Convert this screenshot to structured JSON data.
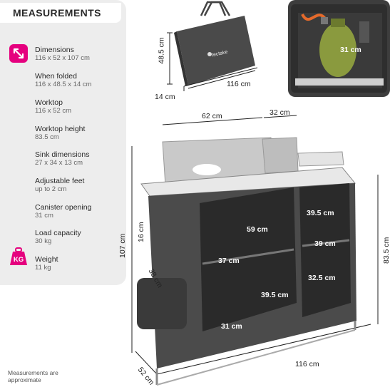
{
  "header": {
    "title": "MEASUREMENTS"
  },
  "specs": [
    {
      "label": "Dimensions",
      "value": "116 x 52 x 107 cm"
    },
    {
      "label": "When folded",
      "value": "116 x 48.5 x 14 cm"
    },
    {
      "label": "Worktop",
      "value": "116 x 52 cm"
    },
    {
      "label": "Worktop height",
      "value": "83.5 cm"
    },
    {
      "label": "Sink dimensions",
      "value": "27 x 34 x 13 cm"
    },
    {
      "label": "Adjustable feet",
      "value": "up to 2 cm"
    },
    {
      "label": "Canister opening",
      "value": "31 cm"
    },
    {
      "label": "Load capacity",
      "value": "30 kg"
    },
    {
      "label": "Weight",
      "value": "11 kg"
    }
  ],
  "weight_icon": {
    "name": "weight-icon",
    "text": "KG",
    "color": "#e5007e"
  },
  "dimensions_icon": {
    "name": "resize-arrows-icon",
    "color": "#e5007e"
  },
  "note": "Measurements are approximate",
  "bag": {
    "brand": "tectake",
    "height": "48.5 cm",
    "width": "116 cm",
    "depth": "14 cm"
  },
  "canister": {
    "opening": "31 cm"
  },
  "main": {
    "depth_top": "62 cm",
    "sink_top": "32 cm",
    "height_total": "107 cm",
    "height_worktop": "83.5 cm",
    "windshield": "16 cm",
    "pocket": "38 cm",
    "width_bottom": "116 cm",
    "depth_bottom": "52 cm",
    "left_shelf_w": "59 cm",
    "left_shelf_h": "37 cm",
    "left_bottom_h": "31 cm",
    "left_bottom_d": "39.5 cm",
    "right_w": "39.5 cm",
    "right_shelf": "39 cm",
    "right_bottom": "32.5 cm"
  }
}
